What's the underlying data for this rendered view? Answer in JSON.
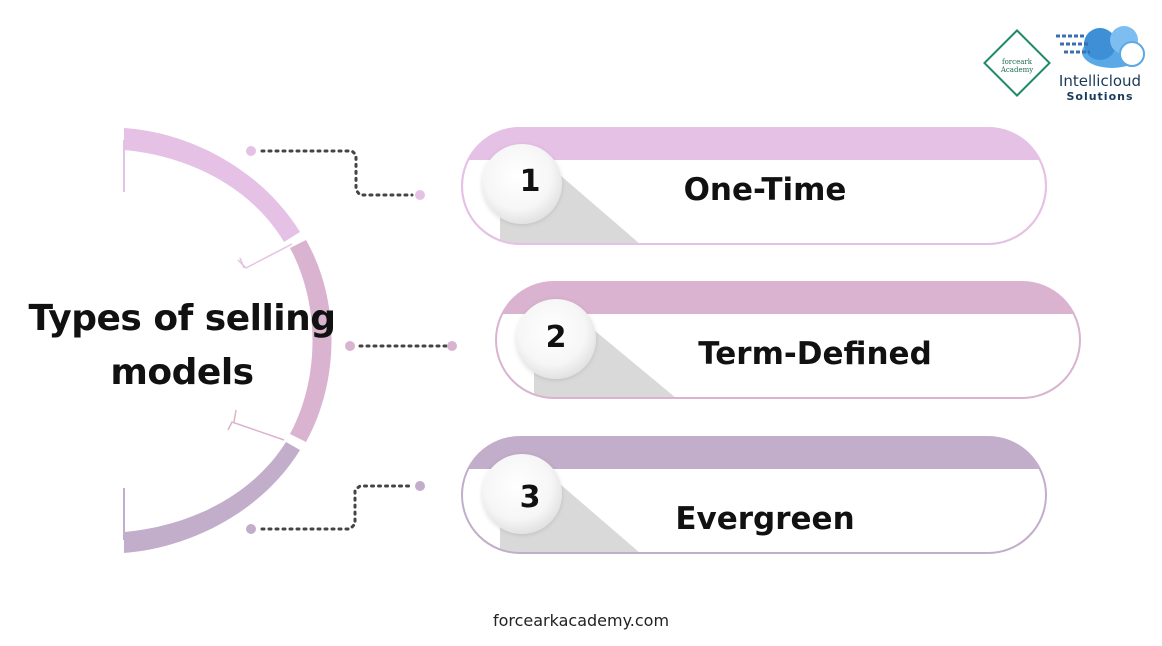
{
  "title": {
    "line1": "Types of selling",
    "line2": "models"
  },
  "steps": [
    {
      "number": "1",
      "label": "One-Time",
      "color": "#e5c1e6"
    },
    {
      "number": "2",
      "label": "Term-Defined",
      "color": "#d9b3cf"
    },
    {
      "number": "3",
      "label": "Evergreen",
      "color": "#c2adcb"
    }
  ],
  "logos": {
    "forceark": "forceark Academy",
    "intellicloud_line1": "Intellicloud",
    "intellicloud_line2": "Solutions"
  },
  "footer": "forcearkacademy.com",
  "colors": {
    "pink": "#e5c1e6",
    "mauve": "#d9b3cf",
    "lavender": "#c2adcb",
    "outline": "#d6b2d6",
    "text": "#111111"
  }
}
